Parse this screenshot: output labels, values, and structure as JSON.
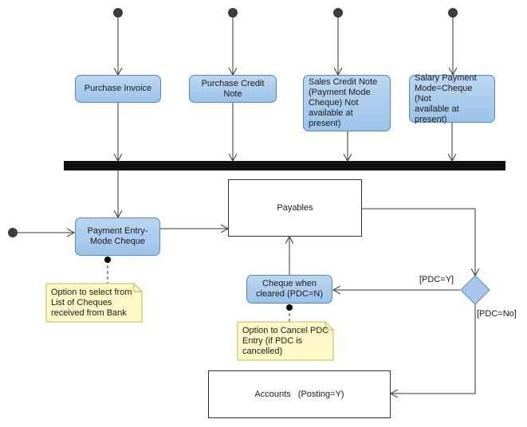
{
  "activities": {
    "purchase_invoice": "Purchase Invoice",
    "purchase_credit_note": "Purchase Credit Note",
    "sales_credit_note": "Sales Credit Note\n(Payment Mode\nCheque) Not\navailable at present)",
    "salary_payment": "Salary Payment\nMode=Cheque (Not\navailable at present)",
    "payment_entry": "Payment Entry-\nMode Cheque",
    "cheque_cleared": "Cheque when\ncleared (PDC=N)"
  },
  "boxes": {
    "payables": "Payables",
    "accounts": "Accounts   (Posting=Y)"
  },
  "notes": {
    "cheque_list": "Option to select from\nList of Cheques\nreceived from Bank",
    "cancel_pdc": "Option to Cancel PDC\n Entry (if PDC is\ncancelled)"
  },
  "guards": {
    "pdc_yes": "[PDC=Y]",
    "pdc_no": "[PDC=No]"
  },
  "colors": {
    "activity_fill": "#a7c8ec",
    "note_fill": "#fff9c8",
    "bar": "#111111"
  }
}
